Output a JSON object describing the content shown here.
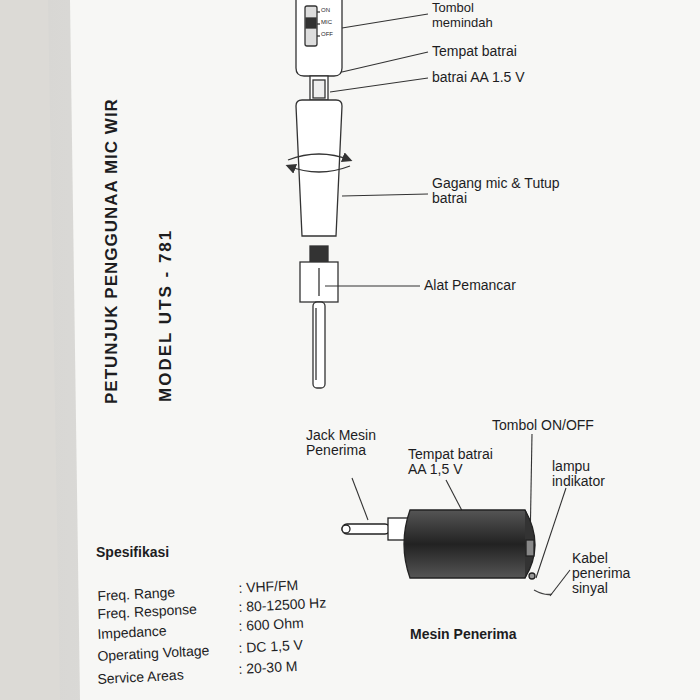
{
  "diagram": {
    "title": "PETUNJUK PENGGUNAA MIC WIR",
    "caption": "Mesin Penerima",
    "labels": [
      "Tombol memindah",
      "ON",
      "MIC",
      "OFF",
      "Tempat batrai",
      "batrai AA 1.5 V",
      "Gagang mic & Tutup batrai",
      "Alat Pemancar",
      "MODEL UTS - 781",
      "Jack Mesin Penerima",
      "Tempat batrai AA 1,5 V",
      "Tombol ON/OFF",
      "lampu indikator",
      "Kabel penerima sinyal",
      "Spesifikasi",
      "Freq. Range",
      ": VHF/FM",
      "Freq. Response",
      ": 80-12500 Hz",
      "Impedance",
      ": 600 Ohm",
      "Operating Voltage",
      ": DC 1,5 V",
      "Service Areas",
      ": 20-30 M"
    ]
  }
}
